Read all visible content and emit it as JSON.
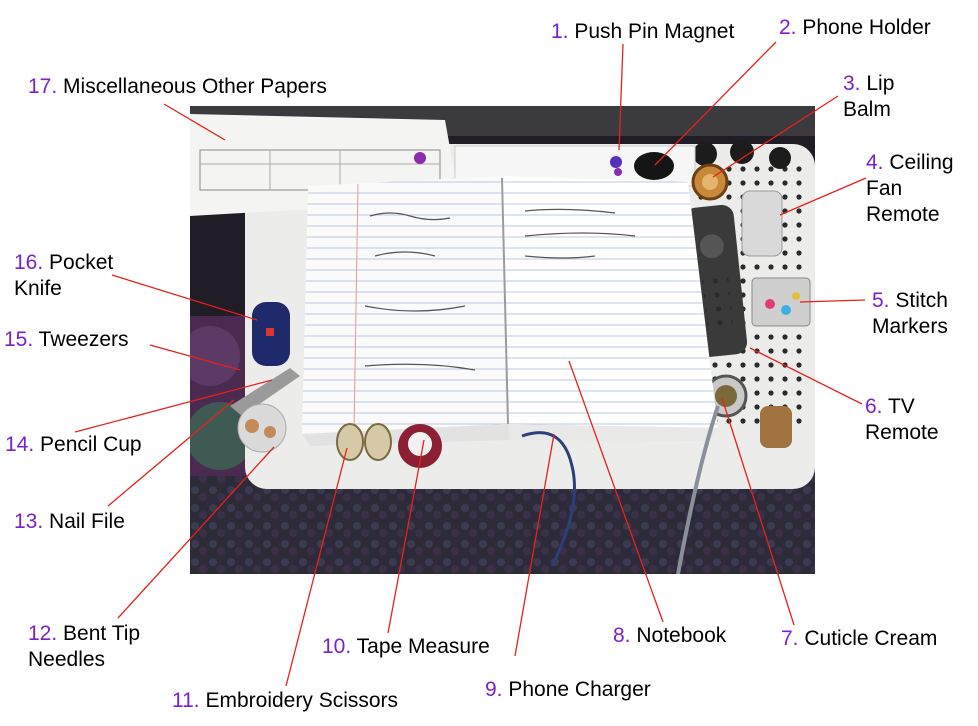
{
  "labels": [
    {
      "id": "1",
      "num": "1.",
      "lines": [
        "Push Pin Magnet"
      ],
      "slug": "push-pin-magnet"
    },
    {
      "id": "2",
      "num": "2.",
      "lines": [
        "Phone Holder"
      ],
      "slug": "phone-holder"
    },
    {
      "id": "3",
      "num": "3.",
      "lines": [
        "Lip",
        "Balm"
      ],
      "slug": "lip-balm"
    },
    {
      "id": "4",
      "num": "4.",
      "lines": [
        "Ceiling",
        "Fan",
        "Remote"
      ],
      "slug": "ceiling-fan-remote"
    },
    {
      "id": "5",
      "num": "5.",
      "lines": [
        "Stitch",
        "Markers"
      ],
      "slug": "stitch-markers"
    },
    {
      "id": "6",
      "num": "6.",
      "lines": [
        "TV",
        "Remote"
      ],
      "slug": "tv-remote"
    },
    {
      "id": "7",
      "num": "7.",
      "lines": [
        "Cuticle Cream"
      ],
      "slug": "cuticle-cream"
    },
    {
      "id": "8",
      "num": "8.",
      "lines": [
        "Notebook"
      ],
      "slug": "notebook"
    },
    {
      "id": "9",
      "num": "9.",
      "lines": [
        "Phone Charger"
      ],
      "slug": "phone-charger"
    },
    {
      "id": "10",
      "num": "10.",
      "lines": [
        "Tape Measure"
      ],
      "slug": "tape-measure"
    },
    {
      "id": "11",
      "num": "11.",
      "lines": [
        "Embroidery Scissors"
      ],
      "slug": "embroidery-scissors"
    },
    {
      "id": "12",
      "num": "12.",
      "lines": [
        "Bent Tip",
        "Needles"
      ],
      "slug": "bent-tip-needles"
    },
    {
      "id": "13",
      "num": "13.",
      "lines": [
        "Nail File"
      ],
      "slug": "nail-file"
    },
    {
      "id": "14",
      "num": "14.",
      "lines": [
        "Pencil Cup"
      ],
      "slug": "pencil-cup"
    },
    {
      "id": "15",
      "num": "15.",
      "lines": [
        "Tweezers"
      ],
      "slug": "tweezers"
    },
    {
      "id": "16",
      "num": "16.",
      "lines": [
        "Pocket",
        "Knife"
      ],
      "slug": "pocket-knife"
    },
    {
      "id": "17",
      "num": "17.",
      "lines": [
        "Miscellaneous Other Papers"
      ],
      "slug": "miscellaneous-other-papers"
    }
  ],
  "colors": {
    "number": "#7a22c8",
    "leader": "#e8211c"
  }
}
